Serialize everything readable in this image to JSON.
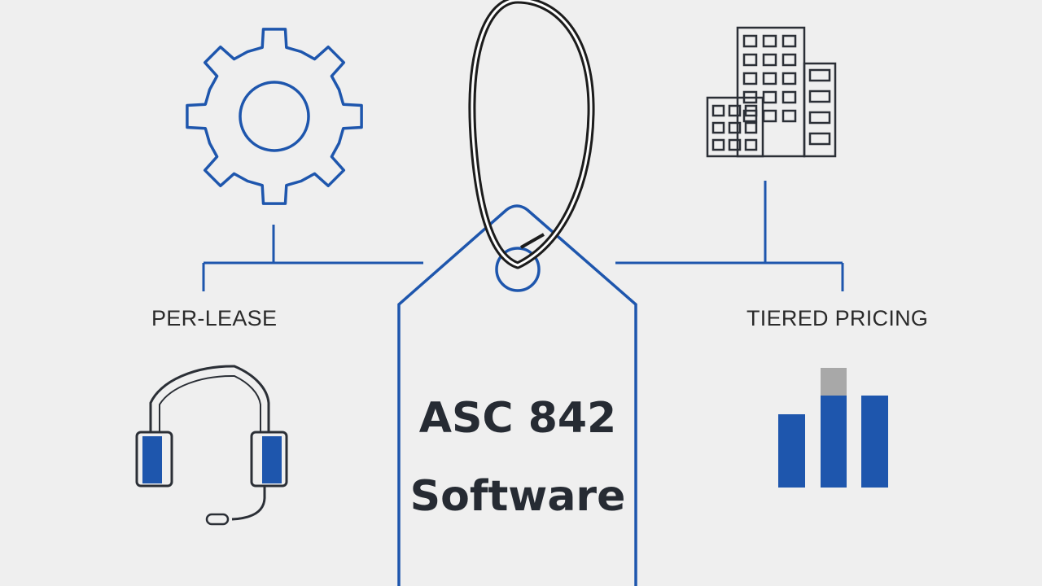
{
  "tag": {
    "line1": "ASC 842",
    "line2": "Software"
  },
  "labels": {
    "left": "PER-LEASE",
    "right": "TIERED PRICING"
  },
  "icons": {
    "top_left": "gear-icon",
    "top_right": "buildings-icon",
    "bottom_left": "headset-icon",
    "bottom_right": "bar-chart-icon",
    "center": "price-tag-icon"
  },
  "colors": {
    "background": "#efefef",
    "accent_blue": "#1e56ad",
    "line_dark": "#2b2f36",
    "bar_gray": "#a8a8a8"
  }
}
